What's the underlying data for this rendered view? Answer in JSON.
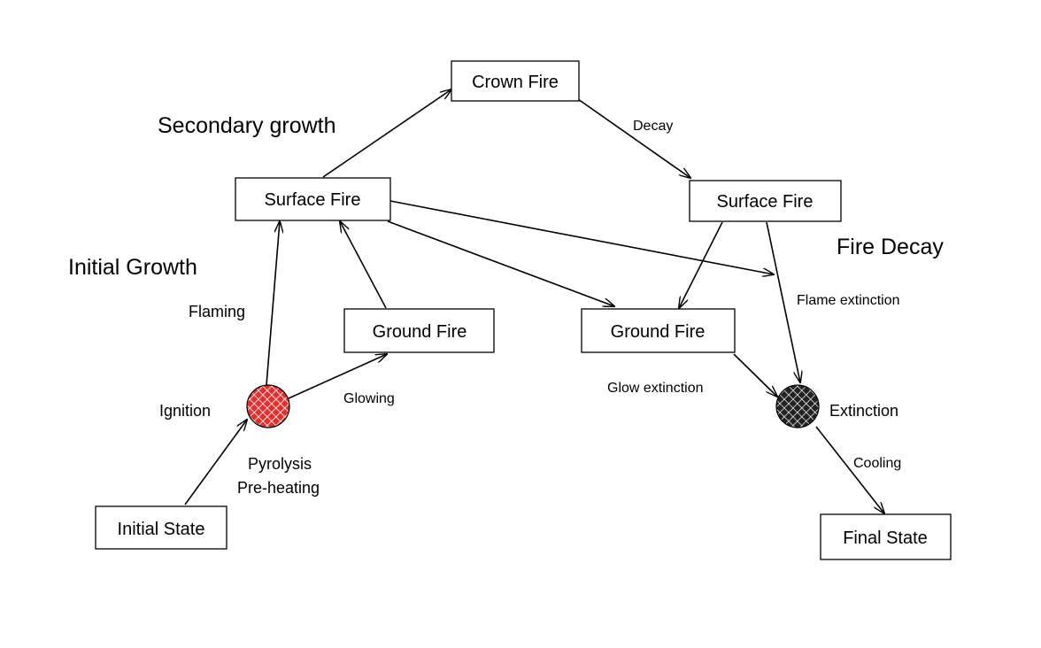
{
  "phases": {
    "secondary_growth": "Secondary growth",
    "initial_growth": "Initial Growth",
    "fire_decay": "Fire Decay"
  },
  "nodes": {
    "crown_fire": "Crown Fire",
    "surface_fire_growth": "Surface Fire",
    "surface_fire_decay": "Surface Fire",
    "ground_fire_growth": "Ground Fire",
    "ground_fire_decay": "Ground Fire",
    "initial_state": "Initial State",
    "final_state": "Final State"
  },
  "state_nodes": {
    "ignition": {
      "color": "#e03030"
    },
    "extinction": {
      "color": "#222222"
    }
  },
  "edge_labels": {
    "decay": "Decay",
    "flaming": "Flaming",
    "ignition": "Ignition",
    "glowing": "Glowing",
    "pyrolysis": "Pyrolysis",
    "pre_heating": "Pre-heating",
    "flame_extinction": "Flame extinction",
    "glow_extinction": "Glow extinction",
    "extinction": "Extinction",
    "cooling": "Cooling"
  }
}
